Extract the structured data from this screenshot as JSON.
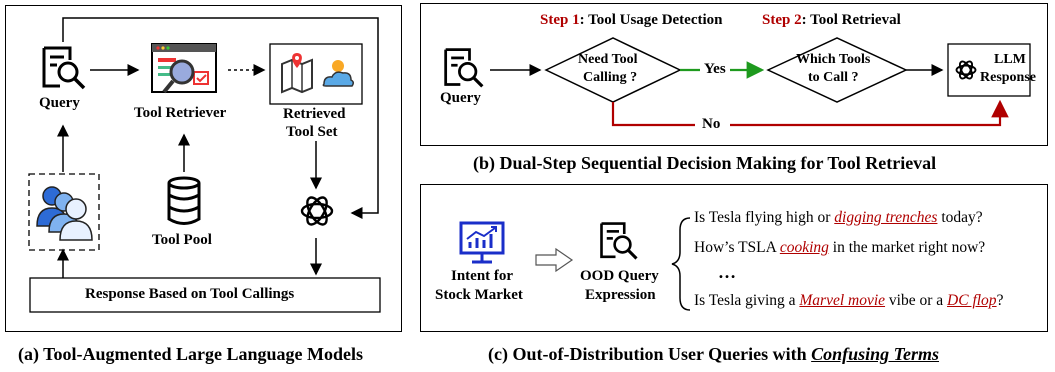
{
  "panel_a": {
    "query_label": "Query",
    "retriever_label": "Tool Retriever",
    "retrieved_label_1": "Retrieved",
    "retrieved_label_2": "Tool Set",
    "pool_label": "Tool Pool",
    "response_bar": "Response Based on Tool Callings",
    "caption": "(a) Tool-Augmented Large Language Models",
    "icons": [
      "query-icon",
      "retriever-window-icon",
      "map-weather-icon",
      "database-icon",
      "users-icon",
      "llm-icon"
    ]
  },
  "panel_b": {
    "query_label": "Query",
    "step1_prefix": "Step 1",
    "step1_text": ": Tool Usage Detection",
    "step2_prefix": "Step 2",
    "step2_text": ": Tool Retrieval",
    "diamond1_line1": "Need Tool",
    "diamond1_line2": "Calling ?",
    "diamond2_line1": "Which Tools",
    "diamond2_line2": "to Call ?",
    "yes_label": "Yes",
    "no_label": "No",
    "llm_line1": "LLM",
    "llm_line2": "Response",
    "caption": "(b) Dual-Step Sequential Decision Making for Tool Retrieval",
    "colors": {
      "step": "#b00000",
      "yes_arrow": "#1e9a1e",
      "no_arrow": "#b00000"
    }
  },
  "panel_c": {
    "intent_line1": "Intent for",
    "intent_line2": "Stock Market",
    "ood_line1": "OOD Query",
    "ood_line2": "Expression",
    "queries": [
      {
        "pre": "Is Tesla flying high or ",
        "term": "digging trenches",
        "post": " today?"
      },
      {
        "pre": "How’s TSLA ",
        "term": "cooking",
        "post": " in the market right now?"
      },
      {
        "pre": "Is Tesla giving a ",
        "term": "Marvel movie",
        "mid": " vibe or a ",
        "term2": "DC flop",
        "post": "?"
      }
    ],
    "ellipsis": "…",
    "caption_pre": "(c) Out-of-Distribution User Queries with ",
    "caption_term": "Confusing Terms"
  }
}
